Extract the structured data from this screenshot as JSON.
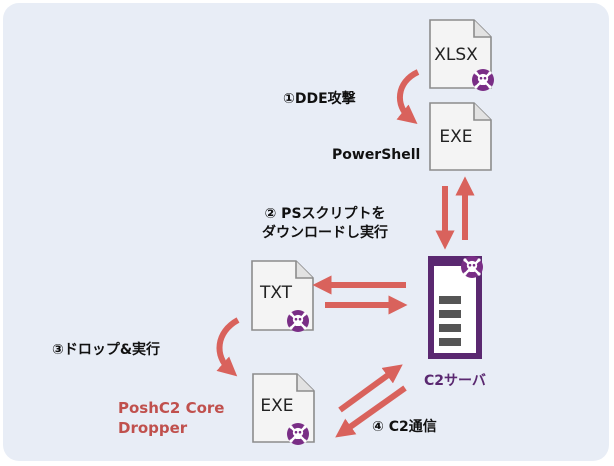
{
  "colors": {
    "background": "#e8edf6",
    "doc_fill": "#f4f4f4",
    "doc_stroke": "#8c8c8c",
    "arrow": "#d9625c",
    "skull_badge": "#7a2e86",
    "server_frame": "#5a2870",
    "red_label": "#c0504d"
  },
  "documents": {
    "xlsx": {
      "text": "XLSX",
      "icon": "skull-crossbones-icon"
    },
    "exe_top": {
      "text": "EXE"
    },
    "txt": {
      "text": "TXT",
      "icon": "skull-crossbones-icon"
    },
    "exe_bottom": {
      "text": "EXE",
      "icon": "skull-crossbones-icon"
    }
  },
  "server": {
    "icon": "server-icon",
    "badge_icon": "skull-crossbones-icon"
  },
  "labels": {
    "step1": "①DDE攻撃",
    "powershell": "PowerShell",
    "step2_line1": "② PSスクリプトを",
    "step2_line2": "ダウンロードし実行",
    "step3": "③ドロップ&実行",
    "dropper_line1": "PoshC2 Core",
    "dropper_line2": "Dropper",
    "c2": "C2サーバ",
    "step4": "④ C2通信"
  }
}
